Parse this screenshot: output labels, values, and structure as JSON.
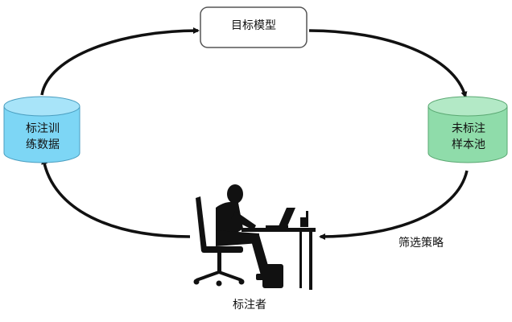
{
  "nodes": {
    "target_model": "目标模型",
    "labeled_train_data_line1": "标注训",
    "labeled_train_data_line2": "练数据",
    "unlabeled_pool_line1": "未标注",
    "unlabeled_pool_line2": "样本池",
    "annotator": "标注者"
  },
  "edges": {
    "selection_strategy": "筛选策略"
  },
  "colors": {
    "labeled_db_fill": "#7dd6f5",
    "labeled_db_top": "#a8e4f9",
    "unlabeled_db_fill": "#8fdcaa",
    "unlabeled_db_top": "#b3e9c6",
    "arrow": "#111111",
    "silhouette": "#111111"
  },
  "icons": {
    "person": "person-at-desk-icon"
  }
}
